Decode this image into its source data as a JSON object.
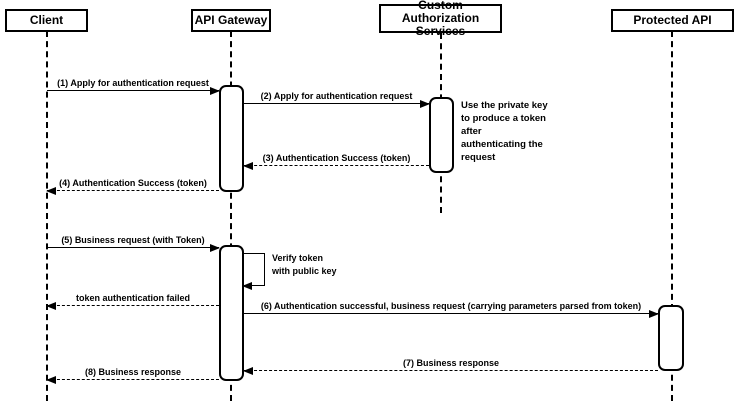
{
  "participants": [
    {
      "label": "Client"
    },
    {
      "label": "API Gateway"
    },
    {
      "label": "Custom Authorization Services"
    },
    {
      "label": "Protected API"
    }
  ],
  "messages": [
    {
      "label": "(1) Apply for authentication request",
      "from": "Client",
      "to": "API Gateway",
      "style": "solid"
    },
    {
      "label": "(2) Apply for authentication request",
      "from": "API Gateway",
      "to": "Custom Authorization Services",
      "style": "solid"
    },
    {
      "label": "(3) Authentication Success (token)",
      "from": "Custom Authorization Services",
      "to": "API Gateway",
      "style": "dashed"
    },
    {
      "label": "(4) Authentication Success (token)",
      "from": "API Gateway",
      "to": "Client",
      "style": "dashed"
    },
    {
      "label": "(5) Business request (with Token)",
      "from": "Client",
      "to": "API Gateway",
      "style": "solid"
    },
    {
      "label": "Verify token\nwith public key",
      "from": "API Gateway",
      "to": "API Gateway",
      "style": "self"
    },
    {
      "label": "token authentication failed",
      "from": "API Gateway",
      "to": "Client",
      "style": "dashed"
    },
    {
      "label": "(6) Authentication successful, business request (carrying parameters parsed from token)",
      "from": "API Gateway",
      "to": "Protected API",
      "style": "solid"
    },
    {
      "label": "(7) Business response",
      "from": "Protected API",
      "to": "API Gateway",
      "style": "dashed"
    },
    {
      "label": "(8) Business response",
      "from": "API Gateway",
      "to": "Client",
      "style": "dashed"
    }
  ],
  "note": {
    "text": "Use the private key to produce a token after authenticating the request"
  },
  "colors": {
    "line": "#000000",
    "background": "#ffffff",
    "shape_fill": "#ffffff"
  }
}
